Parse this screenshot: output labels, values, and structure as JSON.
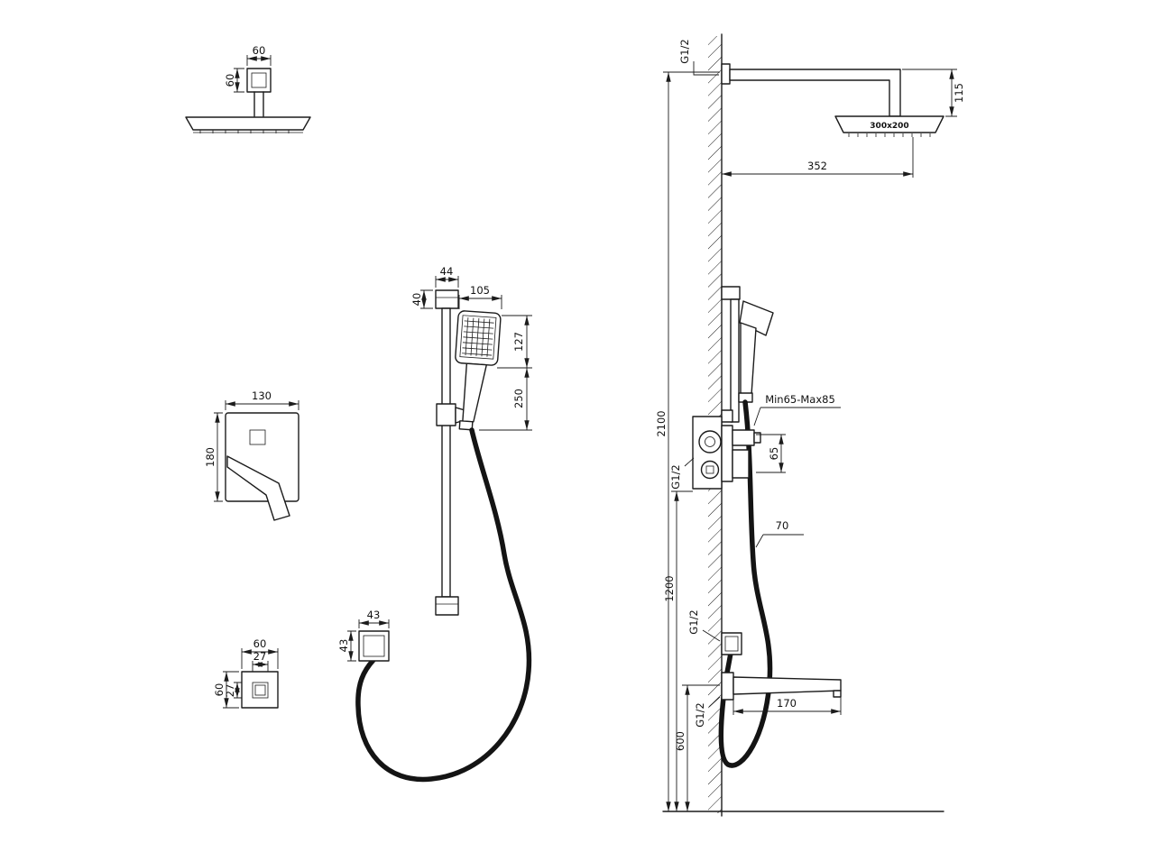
{
  "drawing": {
    "background": "#ffffff",
    "ink": "#1c1c1c",
    "views": {
      "overhead_shower_front": {
        "flange_width_mm": "60",
        "flange_height_mm": "60"
      },
      "mixer_front": {
        "plate_width_mm": "130",
        "plate_height_mm": "180"
      },
      "wall_union_front": {
        "outer_width_mm": "60",
        "inner_width_mm": "27",
        "outer_height_mm": "60",
        "inner_height_mm": "27"
      },
      "slide_rail_front": {
        "bracket_width_mm": "44",
        "bracket_depth_mm": "40",
        "handset_width_mm": "105",
        "handset_head_mm": "127",
        "handset_length_mm": "250",
        "union_width_mm": "43",
        "union_height_mm": "43"
      },
      "installation_side": {
        "arm_thread": "G1/2",
        "head_drop_mm": "115",
        "head_size_mm": "300x200",
        "arm_reach_mm": "352",
        "overall_height_mm": "2100",
        "recess_depth": "Min65-Max85",
        "port_spacing_mm": "65",
        "valve_thread": "G1/2",
        "hose_outlet_mm": "70",
        "valve_height_mm": "1200",
        "hose_union_thread": "G1/2",
        "spout_height_mm": "600",
        "spout_thread": "G1/2",
        "spout_length_mm": "170"
      }
    }
  }
}
